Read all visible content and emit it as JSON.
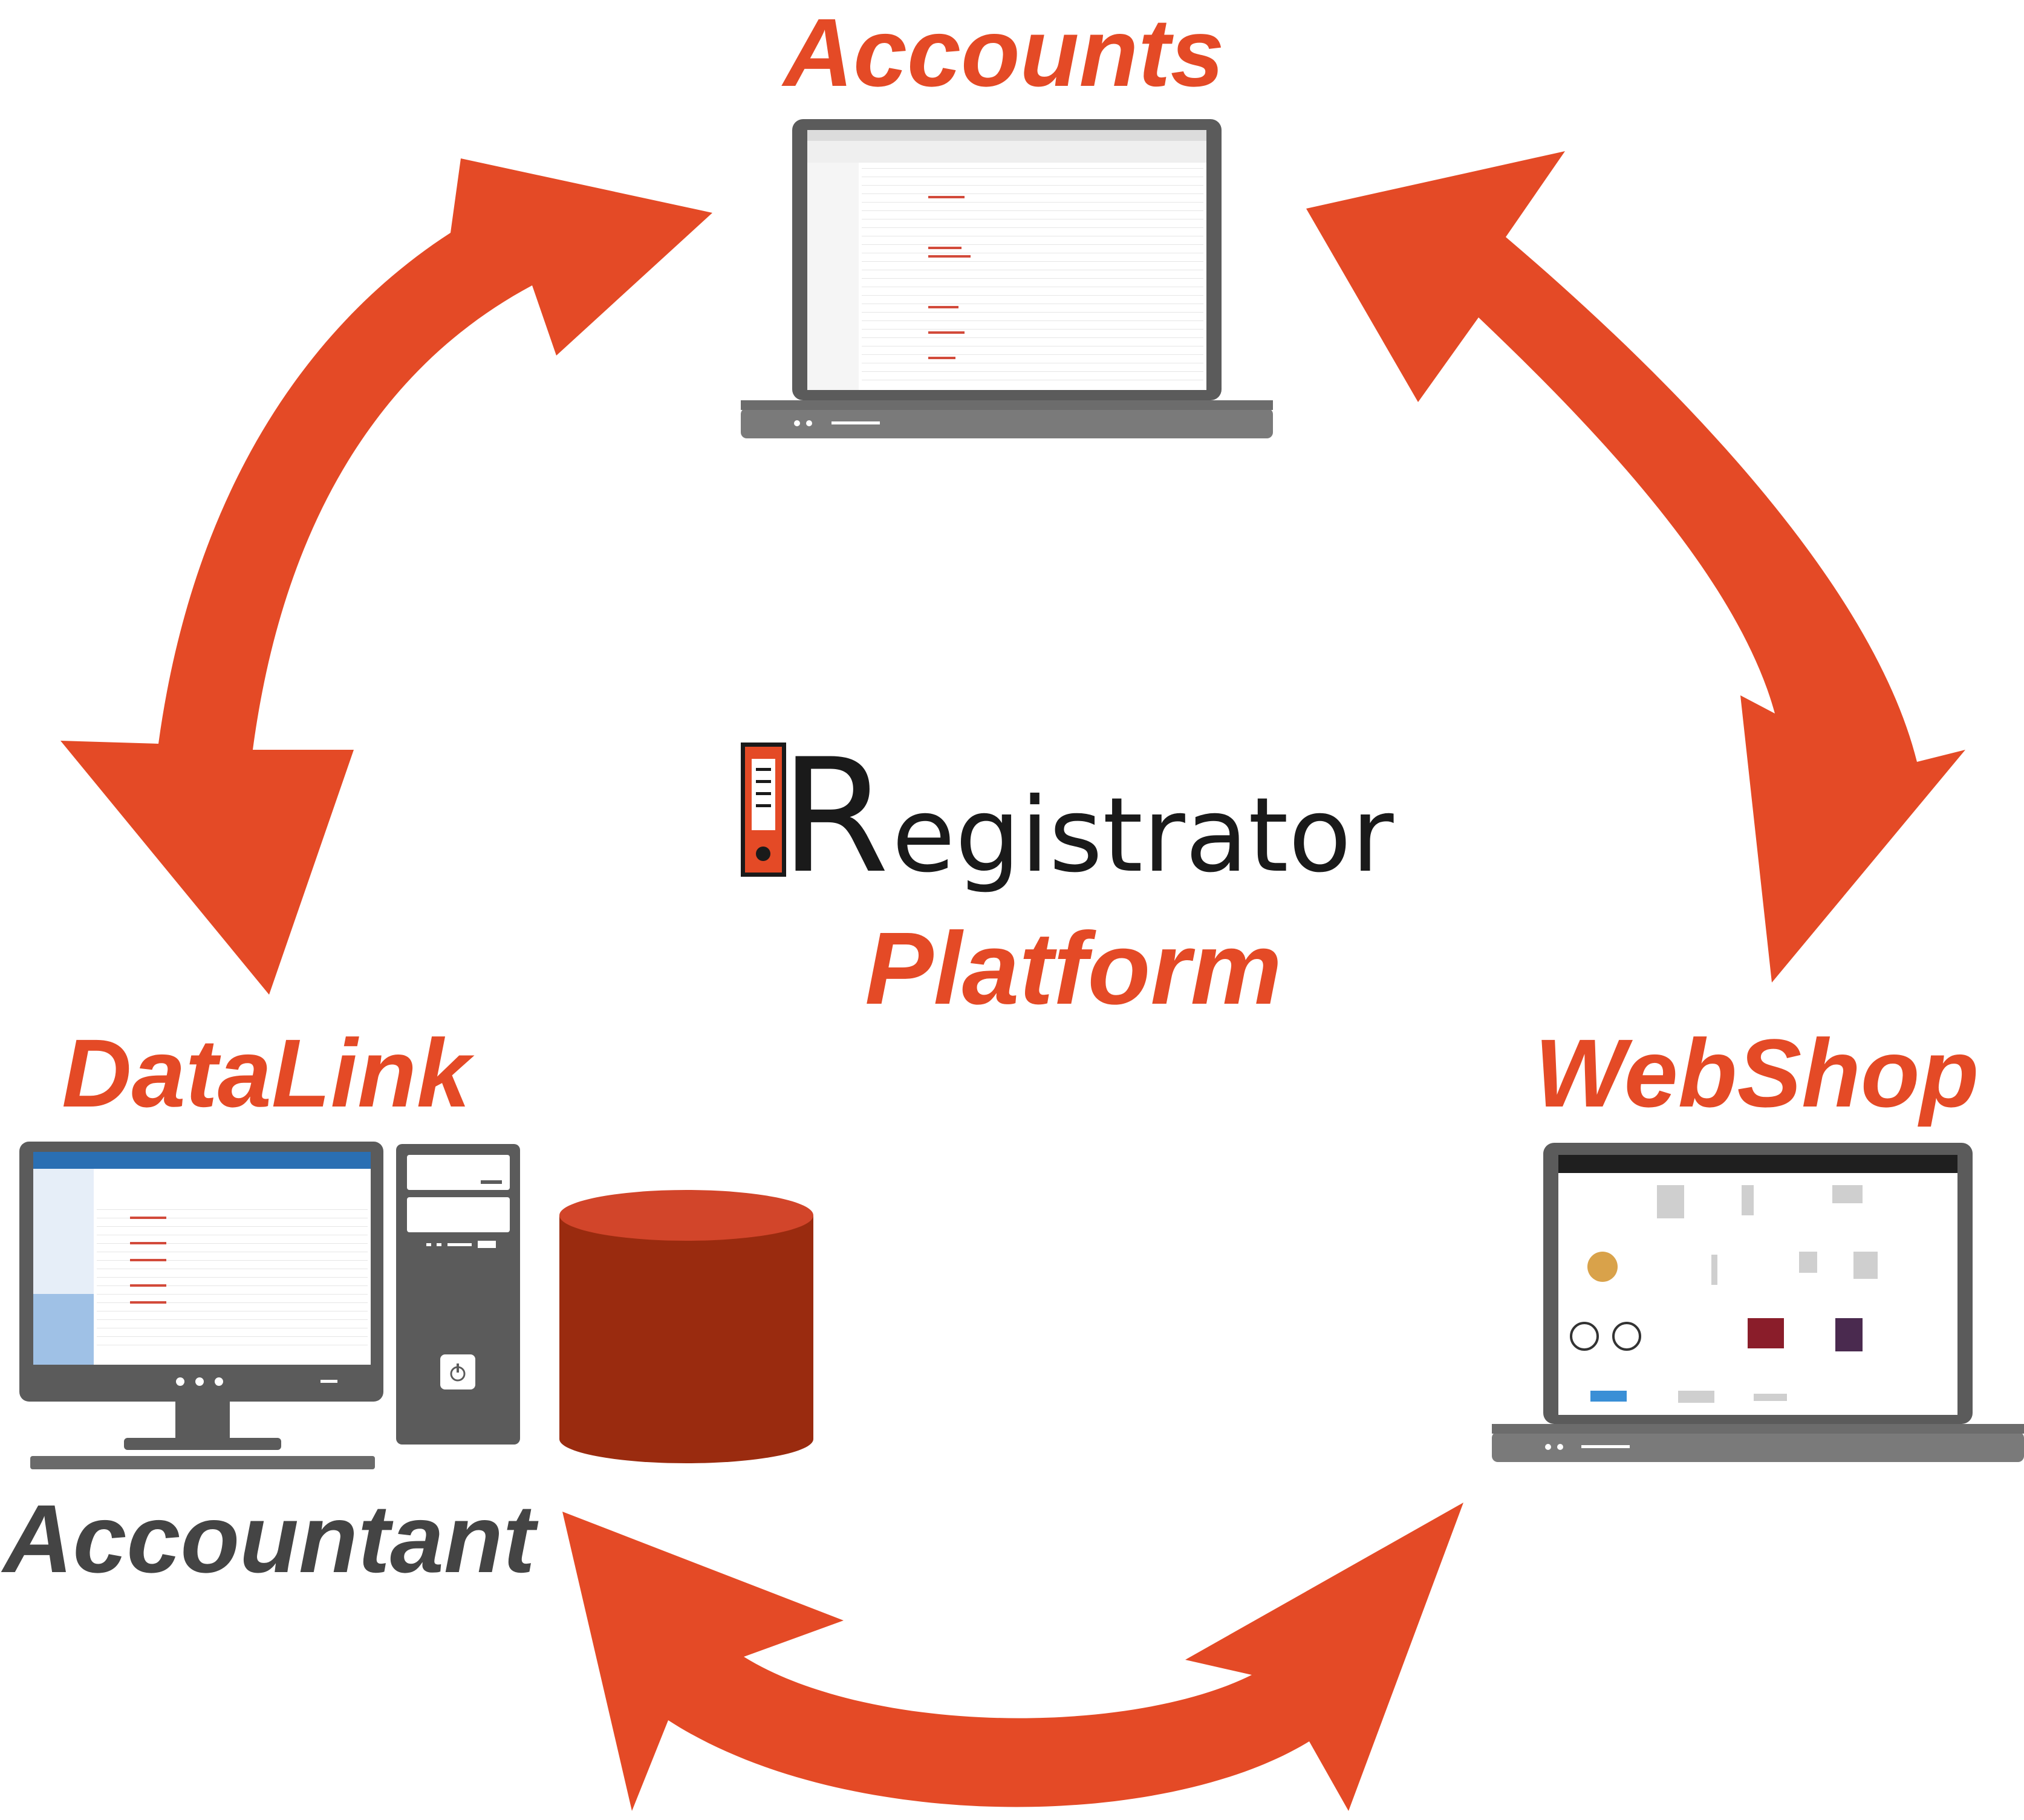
{
  "labels": {
    "accounts": "Accounts",
    "datalink": "DataLink",
    "webshop": "WebShop",
    "accountant": "Accountant",
    "brand_word": "egistrator",
    "brand_initial": "R",
    "platform": "Platform"
  },
  "colors": {
    "arrow": "#e44a26",
    "accent_dark": "#9a2b0f",
    "device_gray": "#5b5b5b",
    "device_light": "#7a7a7a",
    "label_gray": "#444444"
  },
  "icons": {
    "arrows": [
      "double-arrow-top-left",
      "double-arrow-top-right",
      "double-arrow-bottom"
    ],
    "devices": [
      "accounts-laptop-icon",
      "accountant-monitor-icon",
      "computer-tower-icon",
      "database-cylinder-icon",
      "webshop-laptop-icon",
      "binder-logo-icon"
    ]
  }
}
